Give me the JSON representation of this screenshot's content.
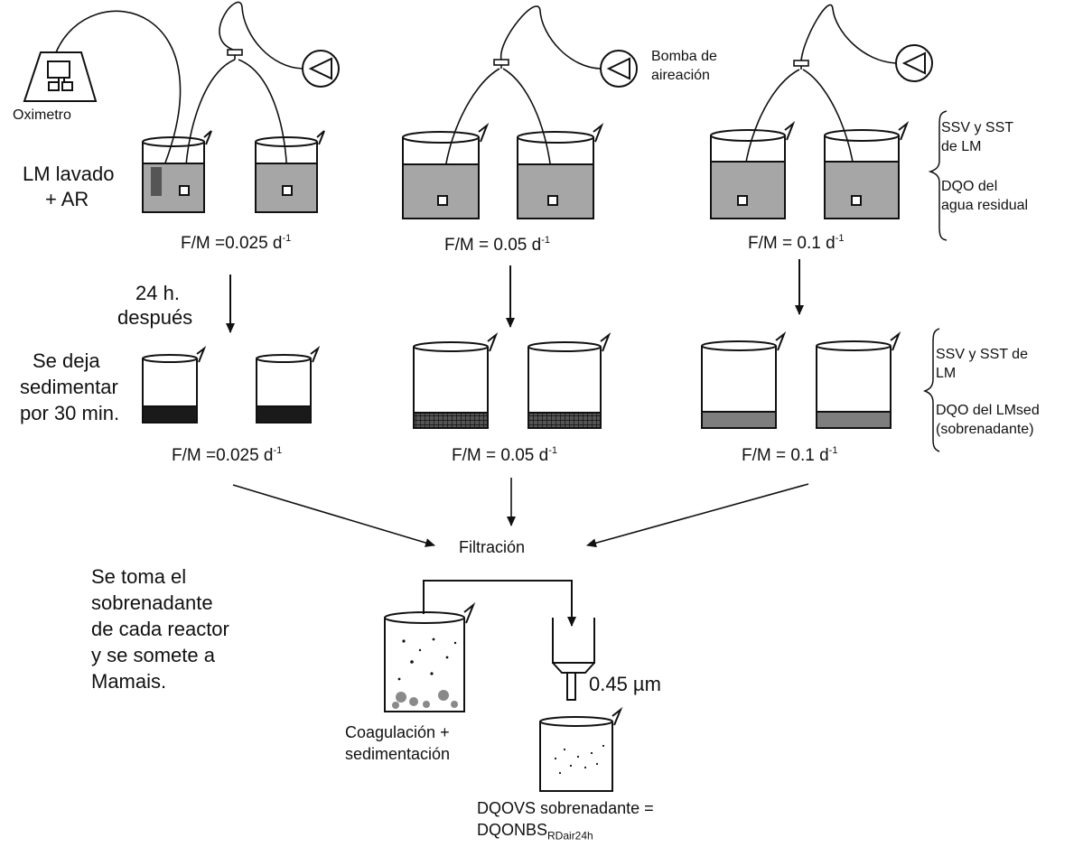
{
  "labels": {
    "oximetro": "Oximetro",
    "bomba_line1": "Bomba de",
    "bomba_line2": "aireación",
    "lm_lavado_line1": "LM lavado",
    "lm_lavado_line2": "+ AR",
    "after_line1": "24 h.",
    "after_line2": "después",
    "settle_line1": "Se deja",
    "settle_line2": "sedimentar",
    "settle_line3": "por 30 min.",
    "fm_prefix": "F/M =",
    "unit_base": "d",
    "unit_exp": "-1",
    "fm1": "0.025",
    "fm2": "0.05",
    "fm3": "0.1",
    "top_note_line1": "SSV y SST",
    "top_note_line2": "de LM",
    "top_note_line3": "DQO del",
    "top_note_line4": "agua residual",
    "mid_note_line1": "SSV y SST de",
    "mid_note_line2": "LM",
    "mid_note_line3": "DQO del LMsed",
    "mid_note_line4": "(sobrenadante)",
    "filtracion": "Filtración",
    "mamais_line1": "Se toma el",
    "mamais_line2": "sobrenadante",
    "mamais_line3": "de cada reactor",
    "mamais_line4": "y se somete a",
    "mamais_line5": "Mamais.",
    "filter_size": "0.45 µm",
    "coag_line1": "Coagulación +",
    "coag_line2": "sedimentación",
    "result_line1": "DQOVS sobrenadante =",
    "result_main": "DQONBS",
    "result_sub": "RDair24h"
  },
  "colors": {
    "liquid": "#a6a6a6",
    "sludge_dark": "#1a1a1a",
    "sludge_grid": "#3a3a3a",
    "sludge_gray": "#7e7e7e",
    "line": "#111111"
  }
}
